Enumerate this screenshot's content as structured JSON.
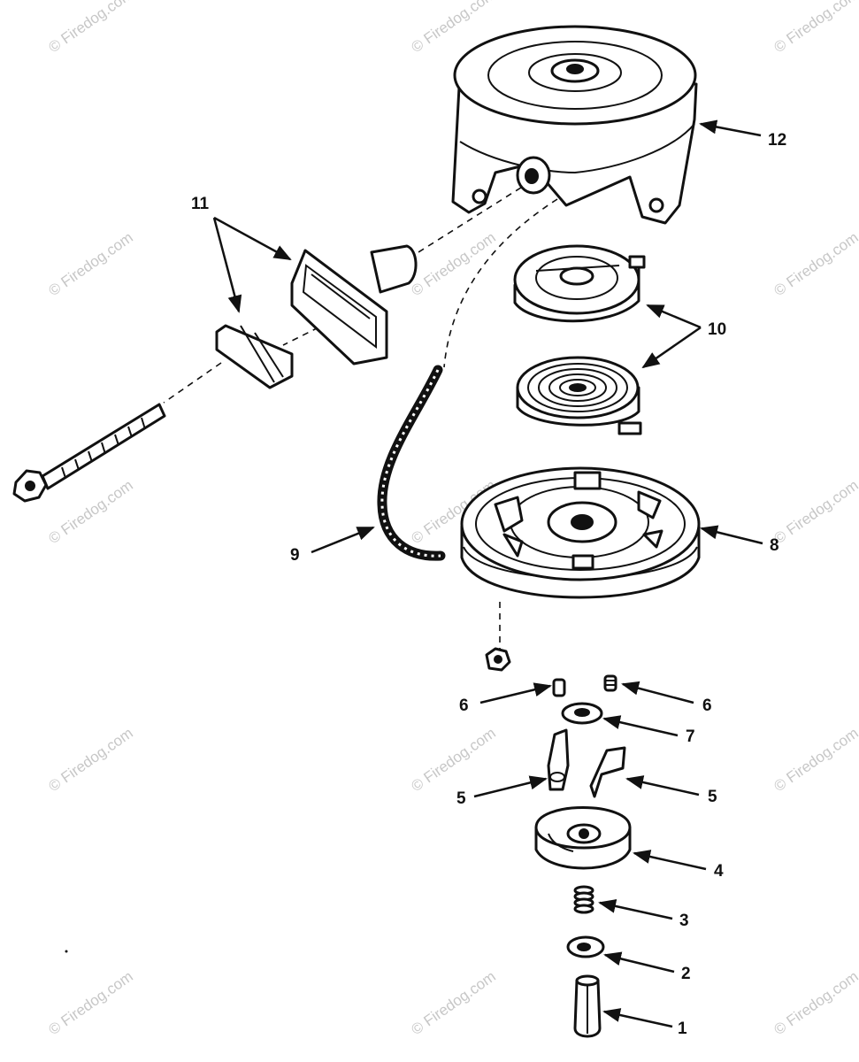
{
  "watermark": "© Firedog.com",
  "callouts": {
    "c1": "1",
    "c2": "2",
    "c3": "3",
    "c4": "4",
    "c5a": "5",
    "c5b": "5",
    "c6a": "6",
    "c6b": "6",
    "c7": "7",
    "c8": "8",
    "c9": "9",
    "c10": "10",
    "c11": "11",
    "c12": "12"
  }
}
